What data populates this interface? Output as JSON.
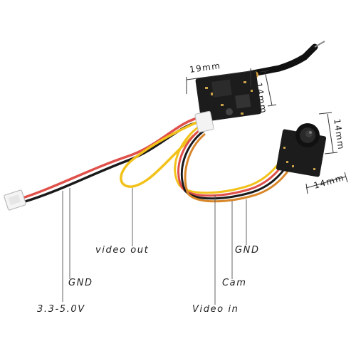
{
  "dimensions": {
    "vtx_width": "19mm",
    "vtx_height": "14mm",
    "cam_height": "14mm",
    "cam_width": "14mm"
  },
  "labels": {
    "video_out": "video out",
    "gnd_power": "GND",
    "power": "3.3-5.0V",
    "gnd_cam": "GND",
    "cam": "Cam",
    "video_in": "Video in"
  },
  "colors": {
    "red_wire": "#e0504a",
    "black_wire": "#1a1a1a",
    "yellow_wire": "#f2c21b",
    "orange_wire": "#d8872a",
    "pcb": "#1c1c1c"
  }
}
